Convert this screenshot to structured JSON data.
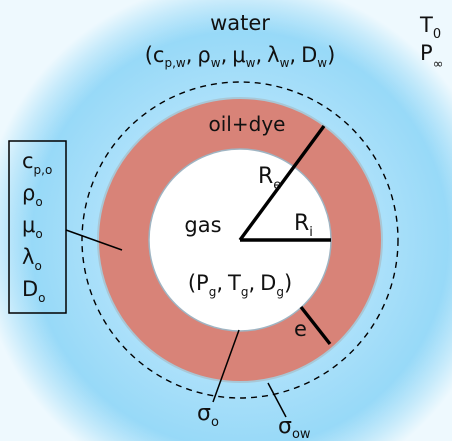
{
  "colors": {
    "water_center": "#cfeefd",
    "water_edge": "#8ed6f7",
    "oil_shell": "#d88378",
    "oil_shell_edge": "#c96f66",
    "gas_core": "#ffffff",
    "line": "#000000"
  },
  "water": {
    "label": "water",
    "props_open": "(c",
    "props_cp_sub": "p,w",
    "props_rho": "ρ",
    "props_rho_sub": "w",
    "props_mu": "μ",
    "props_mu_sub": "w",
    "props_lambda": "λ",
    "props_lambda_sub": "w",
    "props_D": "D",
    "props_D_sub": "w",
    "props_close": ")",
    "sep": ","
  },
  "ambient": {
    "T": "T",
    "T_sub": "0",
    "P": "P",
    "P_sub": "∞"
  },
  "oil": {
    "label": "oil+dye",
    "props": [
      {
        "sym": "c",
        "sub": "p,o"
      },
      {
        "sym": "ρ",
        "sub": "o"
      },
      {
        "sym": "μ",
        "sub": "o"
      },
      {
        "sym": "λ",
        "sub": "o"
      },
      {
        "sym": "D",
        "sub": "o"
      }
    ]
  },
  "gas": {
    "label": "gas",
    "props_open": "(P",
    "P_sub": "g",
    "T": "T",
    "T_sub": "g",
    "D": "D",
    "D_sub": "g",
    "close": ")",
    "sep": ","
  },
  "radii": {
    "Re": "R",
    "Re_sub": "e",
    "Ri": "R",
    "Ri_sub": "i",
    "thickness": "e"
  },
  "tensions": {
    "sigma": "σ",
    "inner_sub": "o",
    "outer_sub": "ow"
  }
}
